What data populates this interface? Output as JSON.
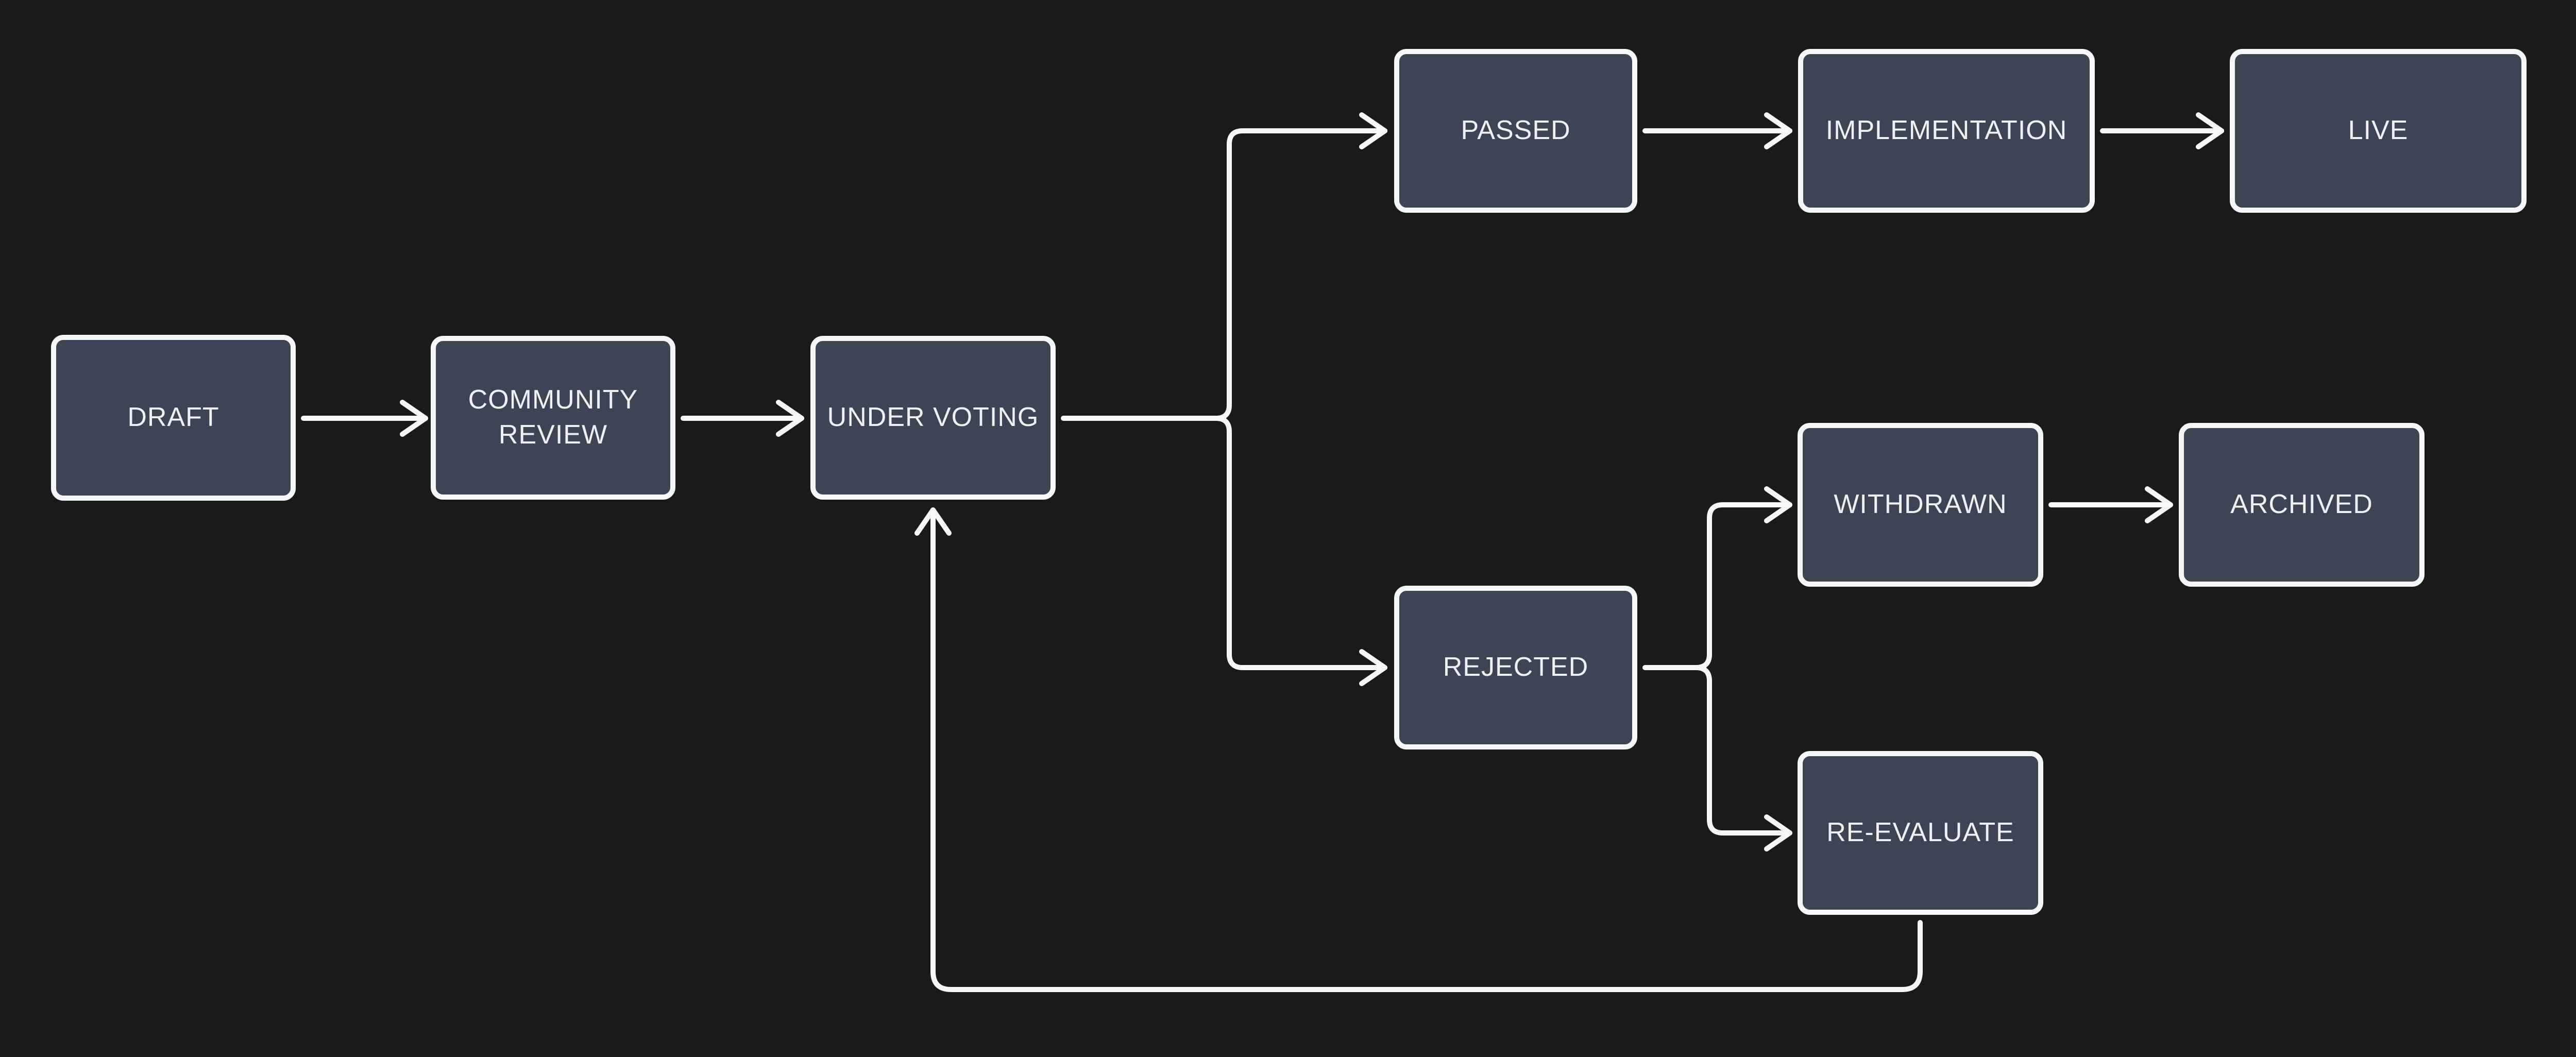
{
  "diagram": {
    "type": "flowchart",
    "colors": {
      "background": "#1a1a1a",
      "node_fill": "#3d4454",
      "stroke": "#f5f6f7",
      "text": "#eef0f3"
    },
    "nodes": [
      {
        "id": "draft",
        "label": "DRAFT"
      },
      {
        "id": "community-review",
        "label": "COMMUNITY REVIEW"
      },
      {
        "id": "under-voting",
        "label": "UNDER VOTING"
      },
      {
        "id": "passed",
        "label": "PASSED"
      },
      {
        "id": "implementation",
        "label": "IMPLEMENTATION"
      },
      {
        "id": "live",
        "label": "LIVE"
      },
      {
        "id": "withdrawn",
        "label": "WITHDRAWN"
      },
      {
        "id": "archived",
        "label": "ARCHIVED"
      },
      {
        "id": "rejected",
        "label": "REJECTED"
      },
      {
        "id": "re-evaluate",
        "label": "RE-EVALUATE"
      }
    ],
    "edges": [
      {
        "from": "DRAFT",
        "to": "COMMUNITY REVIEW"
      },
      {
        "from": "COMMUNITY REVIEW",
        "to": "UNDER VOTING"
      },
      {
        "from": "UNDER VOTING",
        "to": "PASSED"
      },
      {
        "from": "UNDER VOTING",
        "to": "REJECTED"
      },
      {
        "from": "PASSED",
        "to": "IMPLEMENTATION"
      },
      {
        "from": "IMPLEMENTATION",
        "to": "LIVE"
      },
      {
        "from": "REJECTED",
        "to": "WITHDRAWN"
      },
      {
        "from": "REJECTED",
        "to": "RE-EVALUATE"
      },
      {
        "from": "WITHDRAWN",
        "to": "ARCHIVED"
      },
      {
        "from": "RE-EVALUATE",
        "to": "UNDER VOTING"
      }
    ]
  }
}
